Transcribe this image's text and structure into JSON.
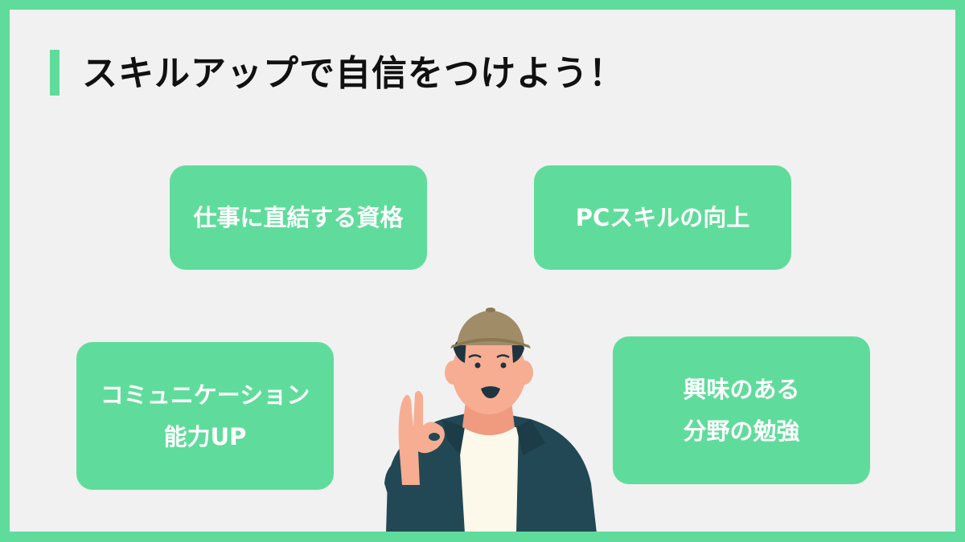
{
  "slide": {
    "title": "スキルアップで自信をつけよう！",
    "accent_color": "#5fdc9b",
    "background_color": "#f1f1f1"
  },
  "cards": [
    {
      "lines": [
        "仕事に直結する資格"
      ]
    },
    {
      "lines": [
        "PCスキルの向上"
      ]
    },
    {
      "lines": [
        "コミュニケーション",
        "能力UP"
      ]
    },
    {
      "lines": [
        "興味のある",
        "分野の勉強"
      ]
    }
  ],
  "illustration": {
    "subject": "man-in-cap-ok-gesture",
    "colors": {
      "cap": "#a08d68",
      "skin": "#f7ad92",
      "jacket": "#224855",
      "shirt": "#fcf8ea",
      "hair": "#1e3440"
    }
  }
}
